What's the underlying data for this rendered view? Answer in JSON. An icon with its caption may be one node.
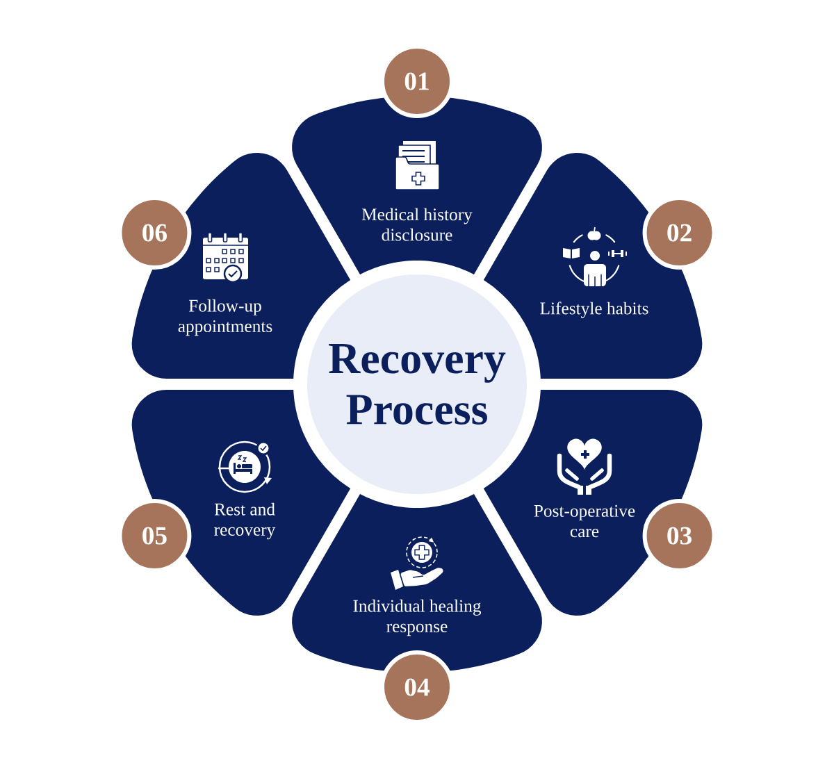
{
  "diagram": {
    "nodes": [
      {
        "text": [
          "Recovery Process"
        ]
      },
      {
        "text": [
          "01"
        ]
      },
      {
        "text": [
          "Medical history disclosure"
        ]
      },
      {
        "text": [
          "02"
        ]
      },
      {
        "text": [
          "Lifestyle habits"
        ]
      },
      {
        "text": [
          "03"
        ]
      },
      {
        "text": [
          "Post-operative care"
        ]
      },
      {
        "text": [
          "04"
        ]
      },
      {
        "text": [
          "Individual healing response"
        ]
      },
      {
        "text": [
          "05"
        ]
      },
      {
        "text": [
          "Rest and recovery"
        ]
      },
      {
        "text": [
          "06"
        ]
      },
      {
        "text": [
          "Follow-up appointments"
        ]
      }
    ]
  }
}
